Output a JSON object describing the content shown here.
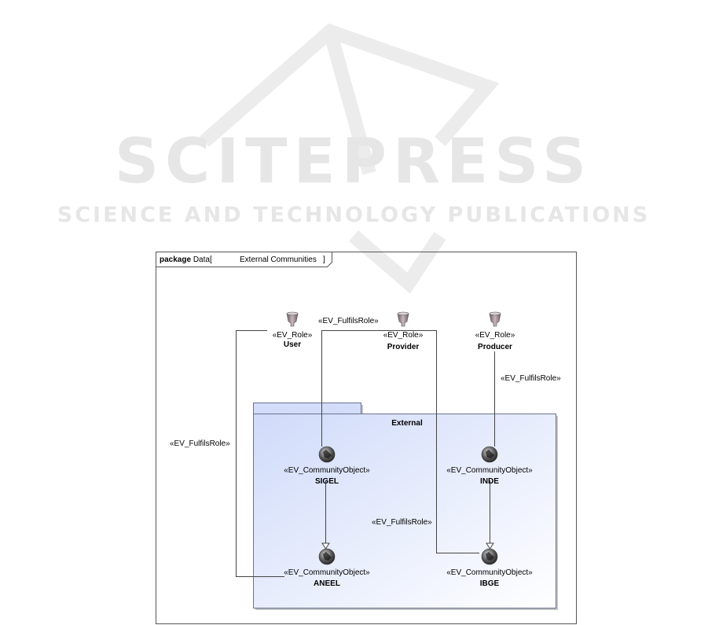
{
  "watermark": {
    "title": "SCITEPRESS",
    "subtitle": "SCIENCE AND TECHNOLOGY PUBLICATIONS"
  },
  "frame": {
    "keyword": "package",
    "name": "Data",
    "diagram_name": "External Communities"
  },
  "package": {
    "name": "External",
    "fill": "#dde4fb"
  },
  "roles": [
    {
      "stereotype": "«EV_Role»",
      "name": "User"
    },
    {
      "stereotype": "«EV_Role»",
      "name": "Provider"
    },
    {
      "stereotype": "«EV_Role»",
      "name": "Producer"
    }
  ],
  "objects": [
    {
      "stereotype": "«EV_CommunityObject»",
      "name": "SIGEL"
    },
    {
      "stereotype": "«EV_CommunityObject»",
      "name": "INDE"
    },
    {
      "stereotype": "«EV_CommunityObject»",
      "name": "ANEEL"
    },
    {
      "stereotype": "«EV_CommunityObject»",
      "name": "IBGE"
    }
  ],
  "relations": [
    {
      "label": "«EV_FulfilsRole»",
      "from": "SIGEL",
      "to": "Provider"
    },
    {
      "label": "«EV_FulfilsRole»",
      "from": "INDE",
      "to": "Producer"
    },
    {
      "label": "«EV_FulfilsRole»",
      "from": "ANEEL",
      "to": "User"
    },
    {
      "label": "«EV_FulfilsRole»",
      "from": "IBGE",
      "to": "Provider"
    }
  ]
}
